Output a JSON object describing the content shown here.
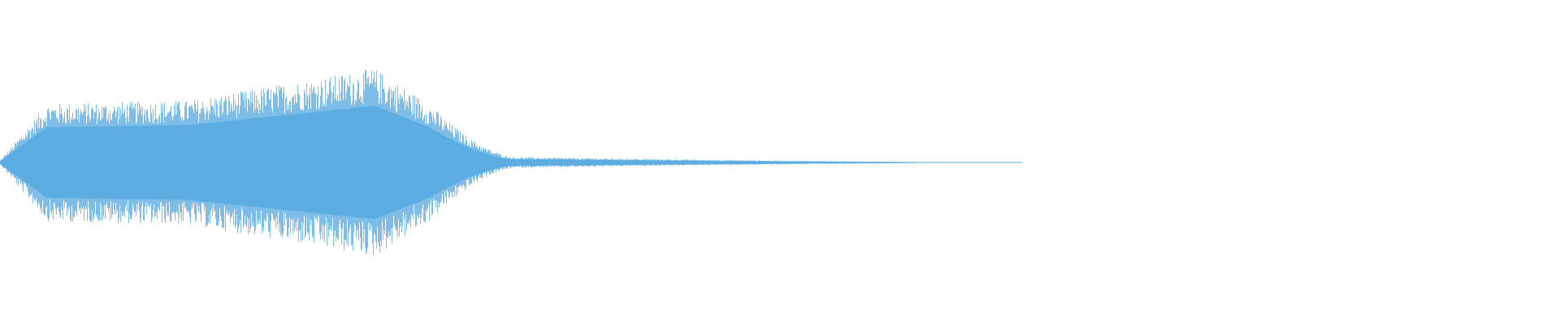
{
  "waveform": {
    "background_color": "#ffffff",
    "wave_color": "#5dade2",
    "display": "mirrored-amplitude",
    "audible_duration_fraction": 0.655,
    "sections": [
      {
        "name": "attack",
        "start": 0.0,
        "end": 0.03,
        "level_start": 0.02,
        "level_end": 0.55
      },
      {
        "name": "sustain-1",
        "start": 0.03,
        "end": 0.12,
        "level_start": 0.55,
        "level_end": 0.58
      },
      {
        "name": "swell",
        "start": 0.12,
        "end": 0.24,
        "level_start": 0.58,
        "level_end": 0.88
      },
      {
        "name": "sustain-2",
        "start": 0.24,
        "end": 0.275,
        "level_start": 0.88,
        "level_end": 0.55
      },
      {
        "name": "decay",
        "start": 0.275,
        "end": 0.33,
        "level_start": 0.55,
        "level_end": 0.05
      },
      {
        "name": "tail",
        "start": 0.33,
        "end": 0.655,
        "level_start": 0.05,
        "level_end": 0.0
      }
    ]
  }
}
